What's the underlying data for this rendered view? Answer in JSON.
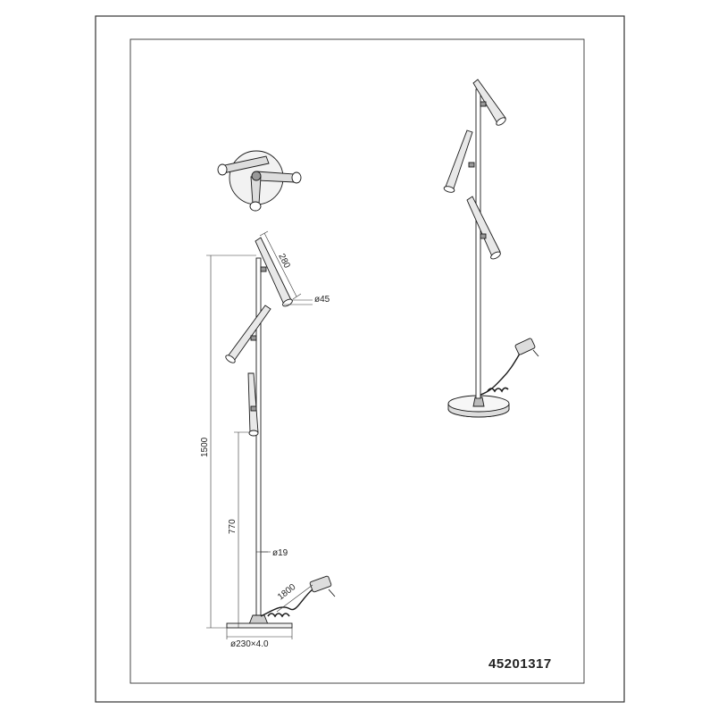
{
  "drawing": {
    "dimensions": {
      "arm_length": "280",
      "head_diameter": "ø45",
      "total_height": "1500",
      "lower_height": "770",
      "pole_diameter": "ø19",
      "cable_length": "1800",
      "base": "ø230×4.0"
    },
    "article_number": "45201317"
  },
  "colors": {
    "line": "#1a1a1a",
    "frame": "#333333",
    "paper": "#ffffff"
  }
}
